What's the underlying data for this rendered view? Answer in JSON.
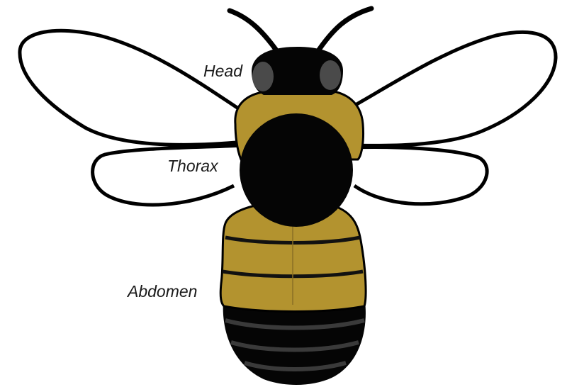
{
  "labels": {
    "head": "Head",
    "thorax": "Thorax",
    "abdomen": "Abdomen"
  },
  "colors": {
    "background": "#ffffff",
    "outline": "#000000",
    "body_black": "#050505",
    "stripe_gold": "#b3932f",
    "eye_gray": "#4a4a4a",
    "lower_band_gray": "#3a3a3a"
  },
  "icons": {
    "figure": "bumblebee-illustration"
  }
}
